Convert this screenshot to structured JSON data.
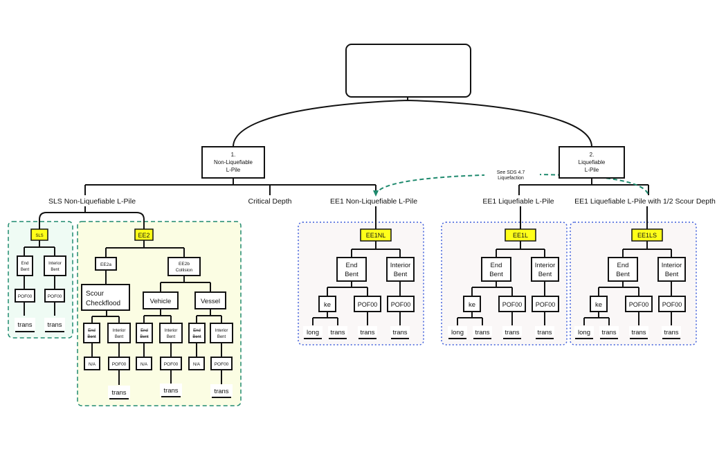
{
  "root": {
    "title": ""
  },
  "branches": {
    "nonliq": {
      "number": "1.",
      "line1": "Non-Liquefiable",
      "line2": "L-Pile"
    },
    "liq": {
      "number": "2.",
      "line1": "Liquefiable",
      "line2": "L-Pile"
    }
  },
  "categories": {
    "sls_nonliq": "SLS Non-Liquefiable L-Pile",
    "critical_depth": "Critical Depth",
    "ee1_nonliq": "EE1 Non-Liquefiable L-Pile",
    "ee1_liq": "EE1 Liquefiable L-Pile",
    "ee1_liq_scour": "EE1 Liquefiable L-Pile with 1/2 Scour Depth"
  },
  "annotation": {
    "line1": "See SDS 4.7",
    "line2": "Liquefaction"
  },
  "colors": {
    "tag_fill": "#ffff1a",
    "green_dash": "#1f8a6e",
    "blue_dot": "#3b5bdb",
    "sls_bg": "#effbf4",
    "ee2_bg": "#fbfde3",
    "ee1_bg": "#faf7f7"
  },
  "labels": {
    "sls": "SLS",
    "ee2": "EE2",
    "ee2a": "EE2a",
    "ee2b_1": "EE2b",
    "ee2b_2": "Collision",
    "scour_1": "Scour",
    "scour_2": "Checkflood",
    "vehicle": "Vehicle",
    "vessel": "Vessel",
    "ee1nl": "EE1NL",
    "ee1l": "EE1L",
    "ee1ls": "EE1LS",
    "end": "End",
    "interior": "Interior",
    "bent": "Bent",
    "pof00": "POF00",
    "trans": "trans",
    "long": "long",
    "ke": "ke",
    "na": "N/A"
  }
}
